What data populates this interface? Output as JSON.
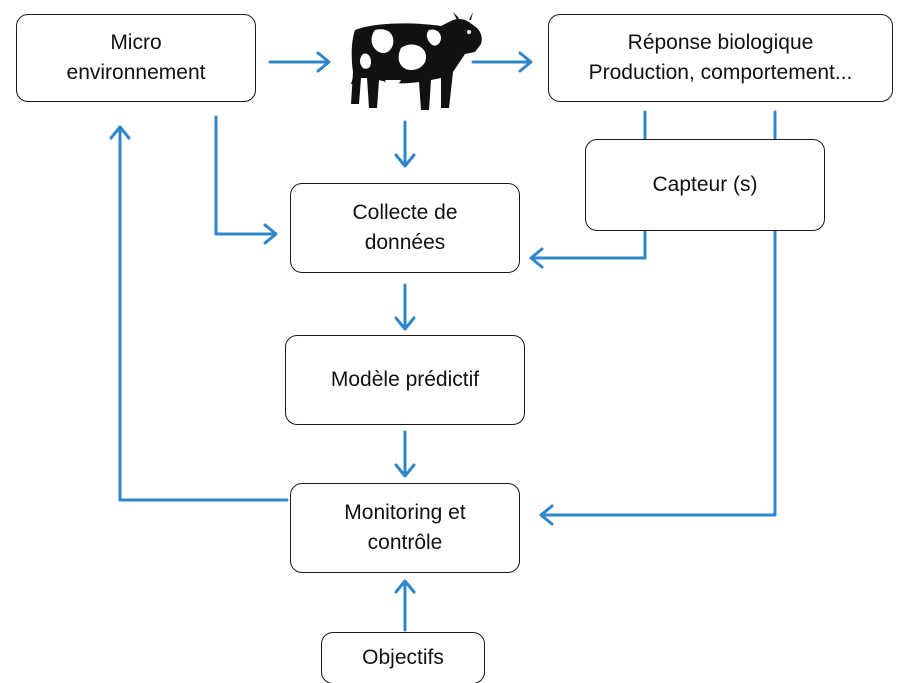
{
  "nodes": {
    "micro": {
      "line1": "Micro",
      "line2": "environnement"
    },
    "reponse": {
      "line1": "Réponse biologique",
      "line2": "Production, comportement..."
    },
    "capteur": {
      "line1": "Capteur (s)"
    },
    "collecte": {
      "line1": "Collecte de",
      "line2": "données"
    },
    "modele": {
      "line1": "Modèle prédictif"
    },
    "monitoring": {
      "line1": "Monitoring et",
      "line2": "contrôle"
    },
    "objectifs": {
      "line1": "Objectifs"
    }
  },
  "icons": {
    "cow": "cow-icon"
  },
  "colors": {
    "arrow": "#2f86c8",
    "border": "#1a1a1a",
    "cow_body": "#111111",
    "cow_patch": "#ffffff"
  }
}
